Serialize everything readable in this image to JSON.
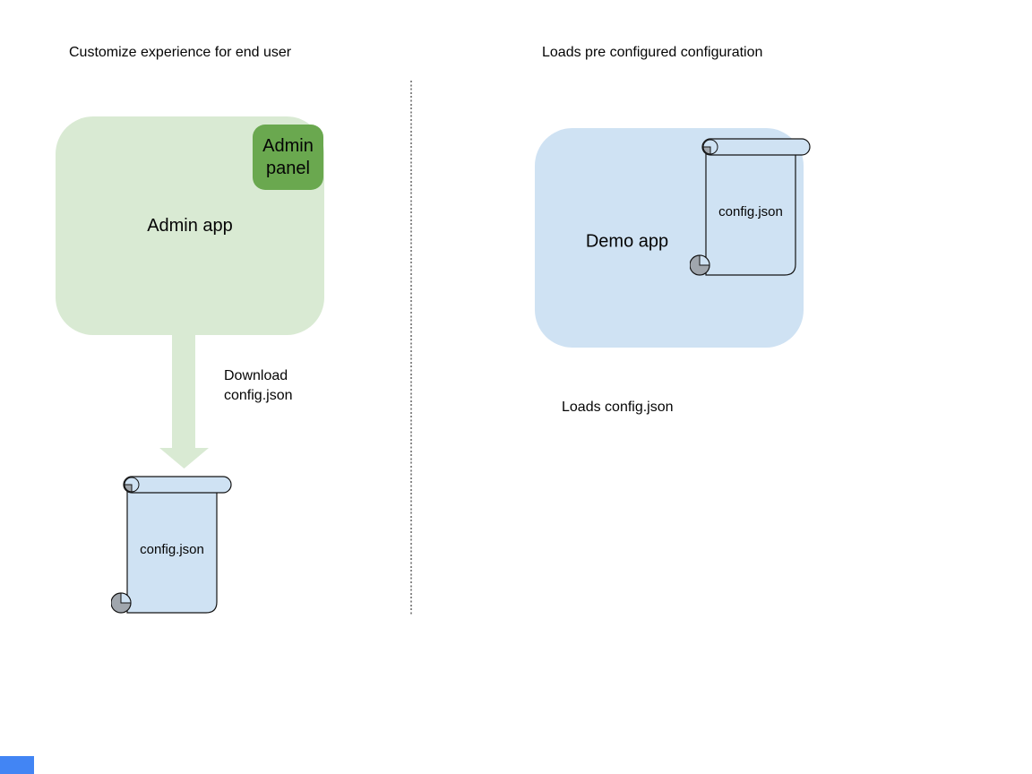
{
  "diagram": {
    "left": {
      "heading": "Customize experience for end user",
      "admin_app_label": "Admin app",
      "admin_panel_label": "Admin panel",
      "download_line1": "Download",
      "download_line2": "config.json",
      "config_file_label": "config.json"
    },
    "right": {
      "heading": "Loads pre configured configuration",
      "demo_app_label": "Demo app",
      "config_file_label": "config.json",
      "caption": "Loads config.json"
    },
    "colors": {
      "light_green": "#d9ead3",
      "dark_green": "#6aa84f",
      "light_blue": "#cfe2f3",
      "scroll_roll_grey": "#a0a6ad",
      "outline": "#141414",
      "divider_grey": "#8a8a8a",
      "corner_marker_blue": "#4285f4",
      "text": "#050505"
    }
  }
}
